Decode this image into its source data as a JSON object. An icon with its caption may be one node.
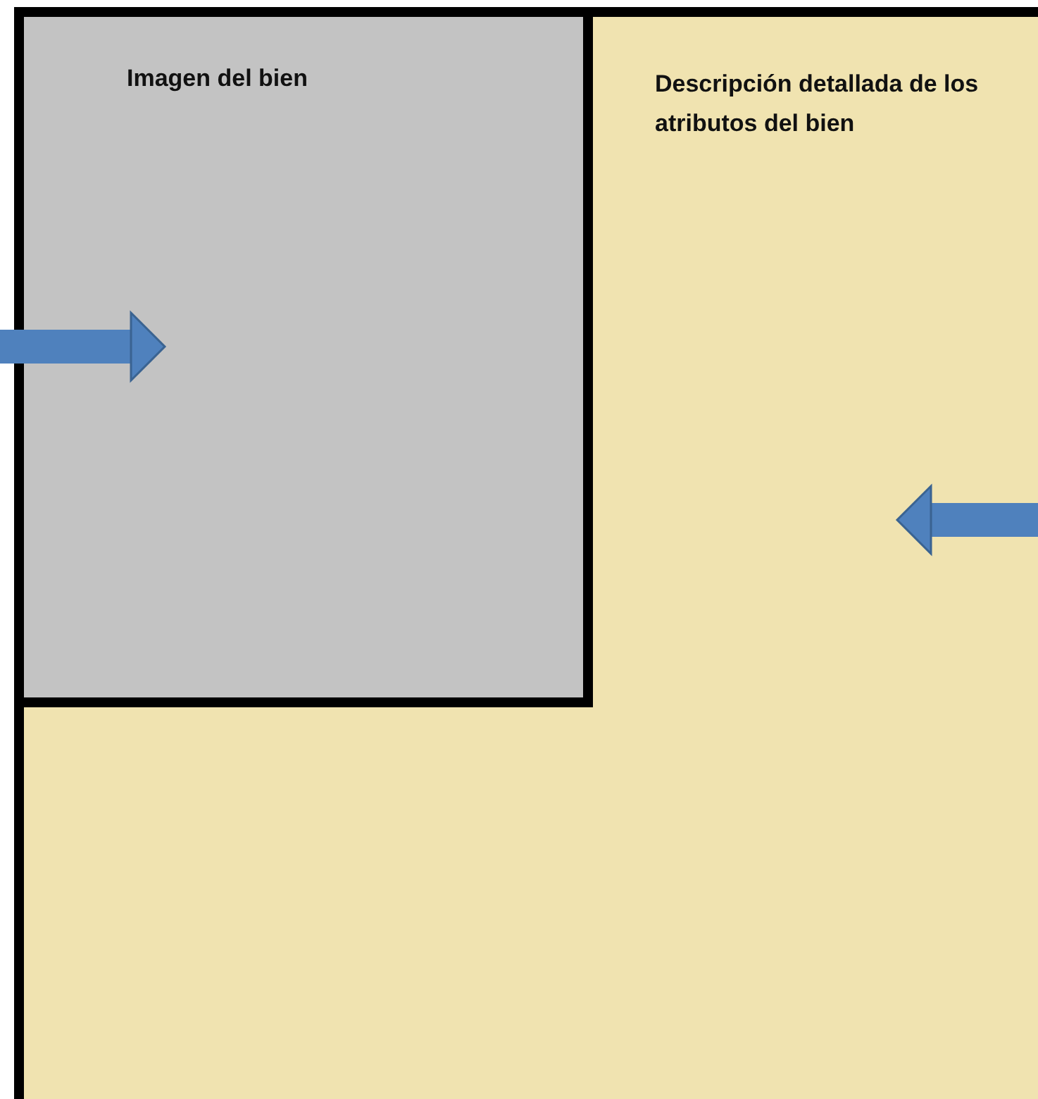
{
  "diagram": {
    "nodes": [
      {
        "text": [
          "Descripción detallada de los atributos del bien"
        ]
      },
      {
        "text": [
          "Imagen del bien"
        ],
        "in": 0
      }
    ],
    "edges": [
      {
        "from": null,
        "to": 1,
        "arrow": "to"
      },
      {
        "from": null,
        "to": 0,
        "arrow": "to"
      }
    ]
  }
}
